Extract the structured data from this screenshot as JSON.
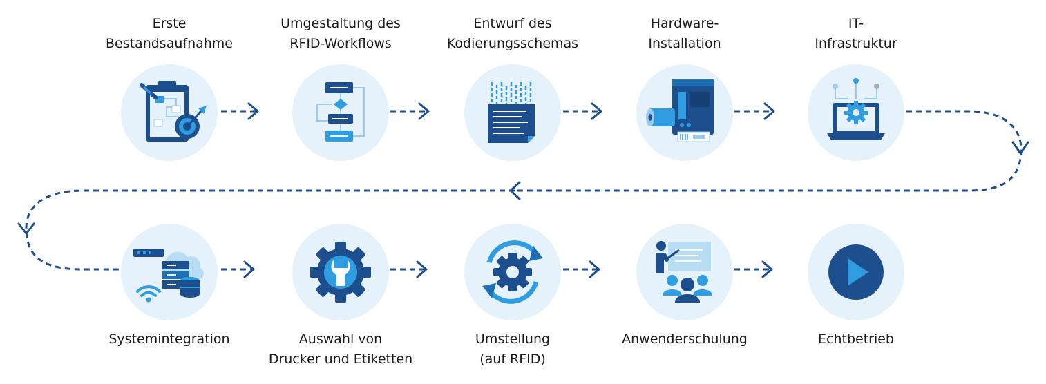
{
  "colors": {
    "circle_bg": "#e6f2fb",
    "navy": "#1d4f8f",
    "blue": "#1f6fb6",
    "light_blue": "#2f9de0",
    "connector": "#1d4f8f"
  },
  "steps": [
    {
      "id": "erste-bestandsaufnahme",
      "lines": [
        "Erste",
        "Bestandsaufnahme"
      ],
      "icon": "clipboard-target-icon"
    },
    {
      "id": "umgestaltung-rfid-workflows",
      "lines": [
        "Umgestaltung des",
        "RFID-Workflows"
      ],
      "icon": "flowchart-icon"
    },
    {
      "id": "entwurf-kodierungsschemas",
      "lines": [
        "Entwurf des",
        "Kodierungsschemas"
      ],
      "icon": "encoded-document-icon"
    },
    {
      "id": "hardware-installation",
      "lines": [
        "Hardware-",
        "Installation"
      ],
      "icon": "printer-label-icon"
    },
    {
      "id": "it-infrastruktur",
      "lines": [
        "IT-",
        "Infrastruktur"
      ],
      "icon": "laptop-gear-icon"
    },
    {
      "id": "systemintegration",
      "lines": [
        "Systemintegration"
      ],
      "icon": "server-cloud-icon"
    },
    {
      "id": "auswahl-drucker-etiketten",
      "lines": [
        "Auswahl von",
        "Drucker und Etiketten"
      ],
      "icon": "gear-wrench-icon"
    },
    {
      "id": "umstellung-rfid",
      "lines": [
        "Umstellung",
        "(auf RFID)"
      ],
      "icon": "gear-cycle-icon"
    },
    {
      "id": "anwenderschulung",
      "lines": [
        "Anwenderschulung"
      ],
      "icon": "training-presenter-icon"
    },
    {
      "id": "echtbetrieb",
      "lines": [
        "Echtbetrieb"
      ],
      "icon": "play-icon"
    }
  ]
}
